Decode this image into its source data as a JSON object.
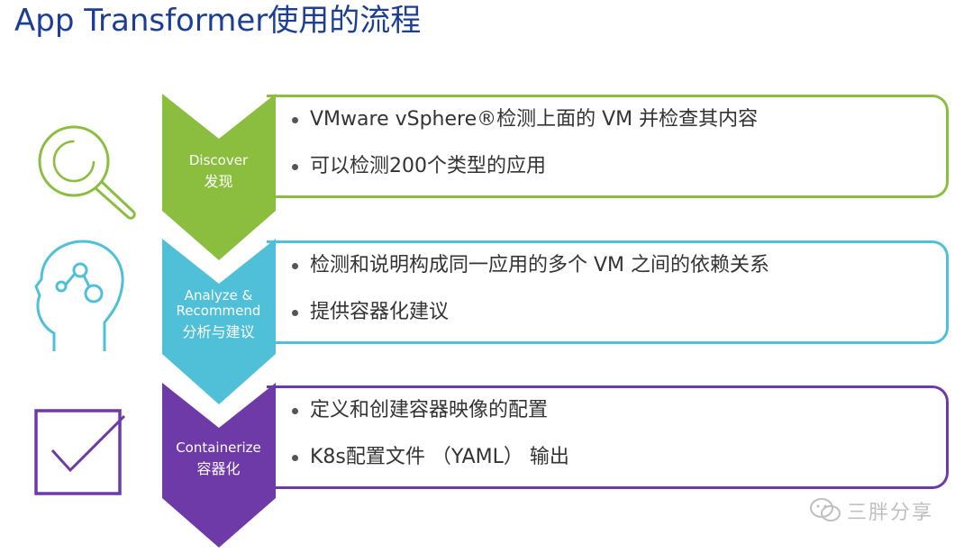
{
  "title": "App Transformer使用的流程",
  "colors": {
    "green": "#8bbe3f",
    "teal": "#4fc0d8",
    "purple": "#6e3aa7",
    "title": "#1c3f95"
  },
  "steps": [
    {
      "label_en": "Discover",
      "label_cn": "发现",
      "icon": "magnifier-icon",
      "bullets": [
        "VMware vSphere®检测上面的 VM 并检查其内容",
        "可以检测200个类型的应用"
      ]
    },
    {
      "label_en": "Analyze & Recommend",
      "label_cn": "分析与建议",
      "icon": "head-network-icon",
      "bullets": [
        "检测和说明构成同一应用的多个 VM 之间的依赖关系",
        "提供容器化建议"
      ]
    },
    {
      "label_en": "Containerize",
      "label_cn": "容器化",
      "icon": "checkbox-icon",
      "bullets": [
        "定义和创建容器映像的配置",
        "K8s配置文件 （YAML） 输出"
      ]
    }
  ],
  "watermark": "三胖分享",
  "watermark_icon": "wechat-icon"
}
